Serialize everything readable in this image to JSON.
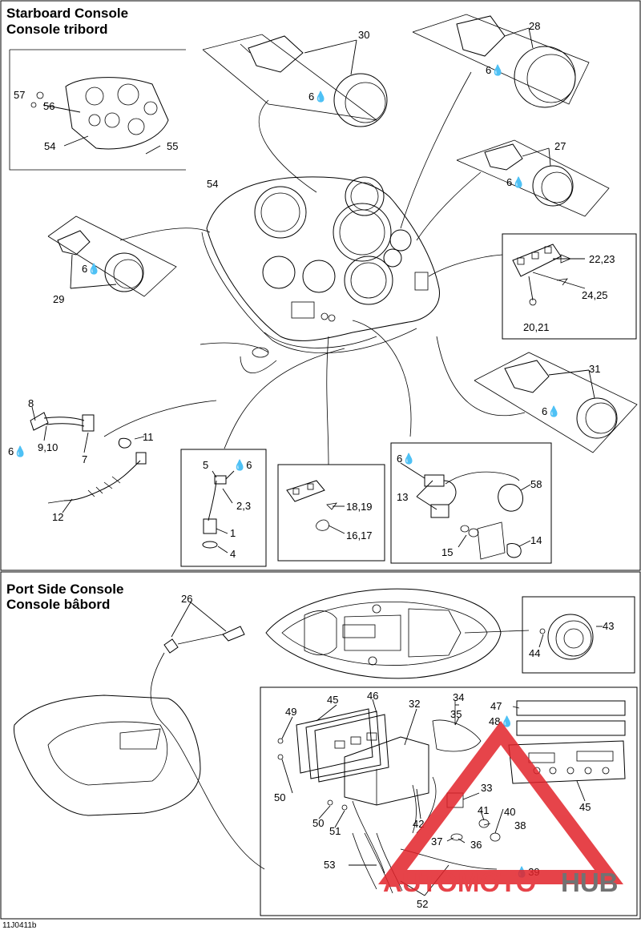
{
  "sections": {
    "starboard": {
      "title_en": "Starboard Console",
      "title_fr": "Console tribord"
    },
    "port": {
      "title_en": "Port Side Console",
      "title_fr": "Console bâbord"
    }
  },
  "drop_symbol": "6",
  "drop_symbol_48": "48",
  "drop_symbol_39": "39",
  "callouts": {
    "c1": "1",
    "c4": "4",
    "c5": "5",
    "c6": "6",
    "c7": "7",
    "c8": "8",
    "c9_10": "9,10",
    "c11": "11",
    "c12": "12",
    "c13": "13",
    "c14": "14",
    "c15": "15",
    "c16_17": "16,17",
    "c18_19": "18,19",
    "c20_21": "20,21",
    "c22_23": "22,23",
    "c24_25": "24,25",
    "c26": "26",
    "c27": "27",
    "c28": "28",
    "c29": "29",
    "c30": "30",
    "c31": "31",
    "c32": "32",
    "c33": "33",
    "c34": "34",
    "c35": "35",
    "c36": "36",
    "c37": "37",
    "c38": "38",
    "c40": "40",
    "c41": "41",
    "c42": "42",
    "c43": "43",
    "c44": "44",
    "c45a": "45",
    "c45b": "45",
    "c46": "46",
    "c47": "47",
    "c49": "49",
    "c50a": "50",
    "c50b": "50",
    "c51": "51",
    "c52": "52",
    "c53": "53",
    "c54a": "54",
    "c54b": "54",
    "c55": "55",
    "c56": "56",
    "c57": "57",
    "c58": "58",
    "c2_3": "2,3"
  },
  "drawing_code": "11J0411b",
  "watermark": {
    "part1": "AUTOMOTO",
    "part2": "HUB"
  },
  "colors": {
    "ink": "#000000",
    "paper": "#ffffff",
    "watermark_red": "#e2232a",
    "watermark_gray": "#5a5a5a"
  }
}
